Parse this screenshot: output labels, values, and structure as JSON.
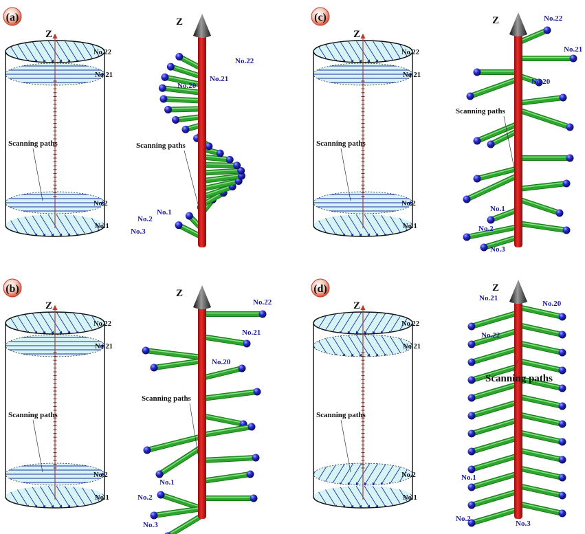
{
  "axis_label": "Z",
  "scan_label": "Scanning paths",
  "panels": [
    {
      "id": "a",
      "label": "(a)",
      "variant": "a",
      "layer_labels": [
        "No.22",
        "No.21",
        "No.2",
        "No.1"
      ],
      "rod_labels": [
        "No.22",
        "No.21",
        "No.20",
        "No.2",
        "No.1",
        "No.3"
      ]
    },
    {
      "id": "b",
      "label": "(b)",
      "variant": "b",
      "layer_labels": [
        "No.22",
        "No.21",
        "No.2",
        "No.1"
      ],
      "rod_labels": [
        "No.22",
        "No.21",
        "No.20",
        "No.1",
        "No.2",
        "No.3"
      ]
    },
    {
      "id": "c",
      "label": "(c)",
      "variant": "c",
      "layer_labels": [
        "No.22",
        "No.21",
        "No.2",
        "No.1"
      ],
      "rod_labels": [
        "No.22",
        "No.21",
        "No.20",
        "No.1",
        "No.2",
        "No.3"
      ]
    },
    {
      "id": "d",
      "label": "(d)",
      "variant": "d",
      "layer_labels": [
        "No.22",
        "No.21",
        "No.2",
        "No.1"
      ],
      "rod_labels": [
        "No.21",
        "No.20",
        "No.22",
        "No.1",
        "No.2",
        "No.3"
      ]
    }
  ],
  "colors": {
    "cylinder_stroke": "#111111",
    "disk_fill": "#d6f3f6",
    "hatch": "#1c2f9c",
    "axis": "#c0392b",
    "rod": "#d11a1a",
    "arm": "#2ea62e",
    "ball": "#1a1aa8",
    "cone": "#333333"
  }
}
